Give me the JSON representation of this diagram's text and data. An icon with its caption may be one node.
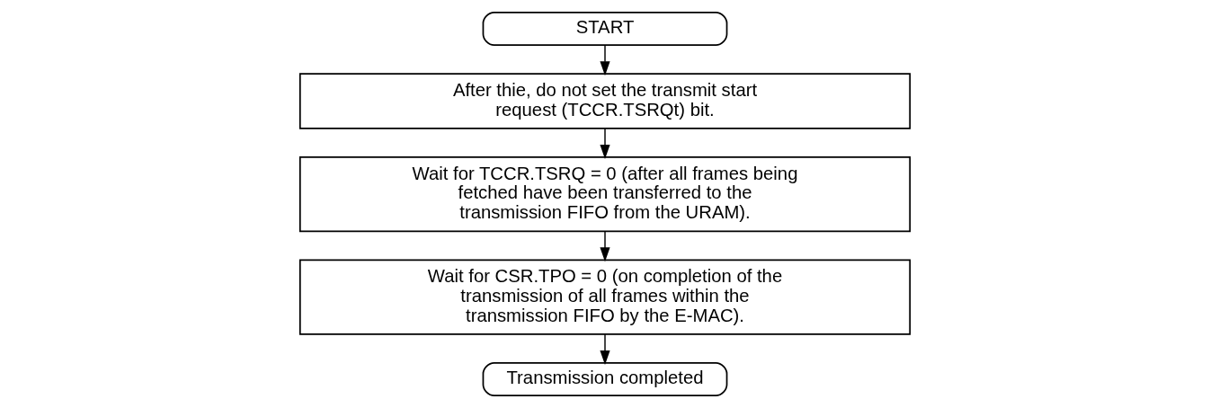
{
  "diagram": {
    "nodes": [
      {
        "text": [
          "START"
        ]
      },
      {
        "text": [
          "After thie, do not set the transmit start request (TCCR.TSRQt) bit."
        ]
      },
      {
        "text": [
          "Wait for TCCR.TSRQ = 0 (after all frames being fetched have been transferred to the transmission FIFO from the URAM)."
        ]
      },
      {
        "text": [
          "Wait for CSR.TPO = 0 (on completion of the transmission of all frames within the transmission FIFO by the E-MAC)."
        ]
      },
      {
        "text": [
          "Transmission completed"
        ]
      }
    ],
    "edges": [
      {
        "from": 0,
        "to": 1,
        "arrow": "to"
      },
      {
        "from": 1,
        "to": 2,
        "arrow": "to"
      },
      {
        "from": 2,
        "to": 3,
        "arrow": "to"
      },
      {
        "from": 3,
        "to": 4,
        "arrow": "to"
      }
    ]
  }
}
